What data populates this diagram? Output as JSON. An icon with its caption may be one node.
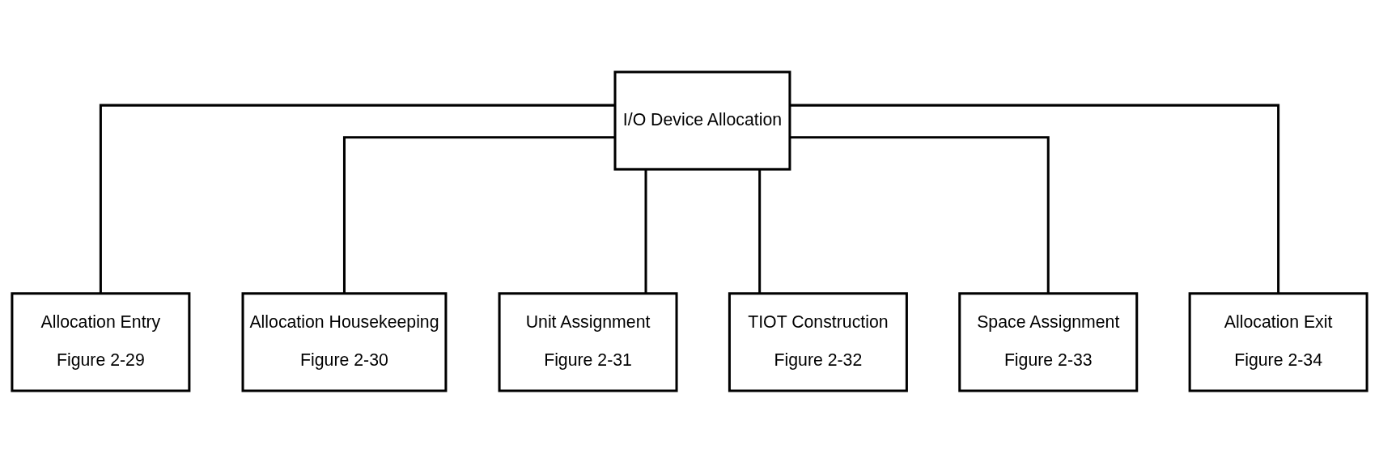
{
  "diagram": {
    "nodes": [
      {
        "text": [
          "I/O Device Allocation"
        ]
      },
      {
        "text": [
          "Allocation Entry",
          "Figure 2-29"
        ]
      },
      {
        "text": [
          "Allocation Housekeeping",
          "Figure 2-30"
        ]
      },
      {
        "text": [
          "Unit Assignment",
          "Figure 2-31"
        ]
      },
      {
        "text": [
          "TIOT Construction",
          "Figure 2-32"
        ]
      },
      {
        "text": [
          "Space Assignment",
          "Figure 2-33"
        ]
      },
      {
        "text": [
          "Allocation Exit",
          "Figure 2-34"
        ]
      }
    ],
    "edges": [
      {
        "from": 0,
        "to": 1,
        "arrow": "none"
      },
      {
        "from": 0,
        "to": 2,
        "arrow": "none"
      },
      {
        "from": 0,
        "to": 3,
        "arrow": "none"
      },
      {
        "from": 0,
        "to": 4,
        "arrow": "none"
      },
      {
        "from": 0,
        "to": 5,
        "arrow": "none"
      },
      {
        "from": 0,
        "to": 6,
        "arrow": "none"
      }
    ]
  }
}
